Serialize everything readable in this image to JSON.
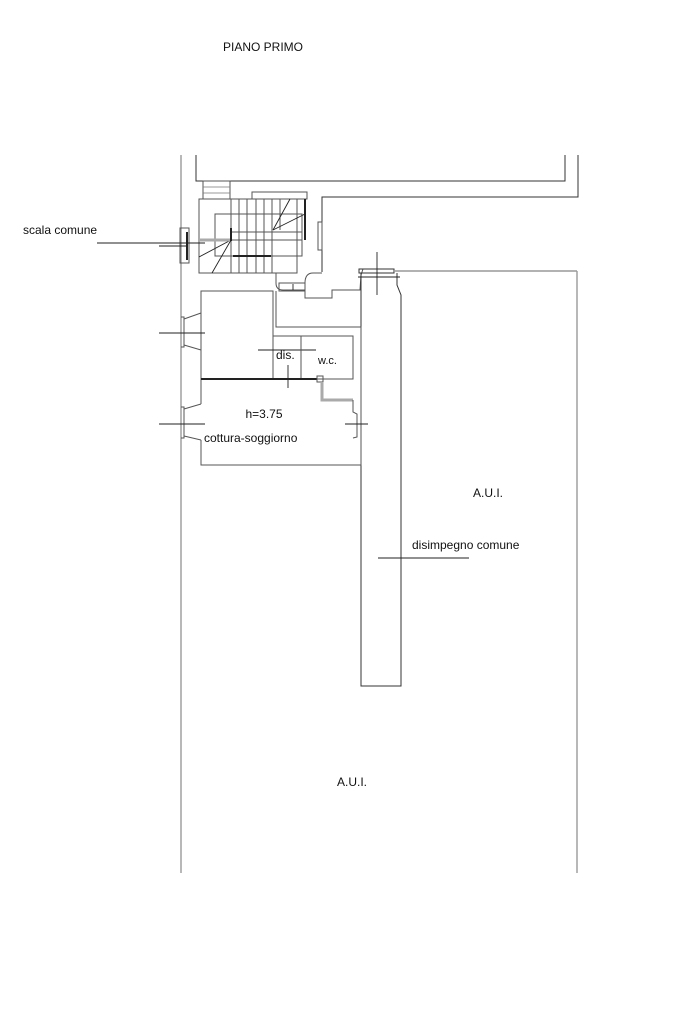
{
  "drawing": {
    "title": "PIANO PRIMO",
    "labels": {
      "scala_comune": "scala comune",
      "dis": "dis.",
      "wc": "w.c.",
      "height": "h=3.75",
      "cottura_soggiorno": "cottura-soggiorno",
      "aui_right": "A.U.I.",
      "disimpegno_comune": "disimpegno comune",
      "aui_bottom": "A.U.I."
    }
  }
}
